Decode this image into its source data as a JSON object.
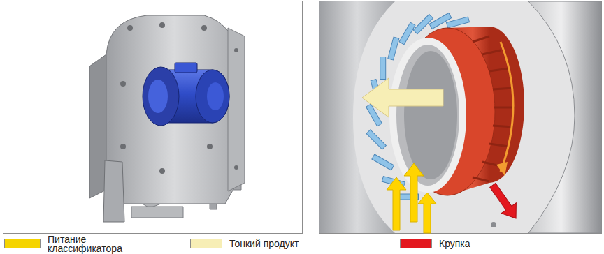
{
  "diagram": {
    "legend": [
      {
        "text": "Питание классификатора",
        "color": "#f5d400"
      },
      {
        "text": "Тонкий продукт",
        "color": "#f7eeb5"
      },
      {
        "text": "Крупка",
        "color": "#e3181f"
      }
    ]
  }
}
